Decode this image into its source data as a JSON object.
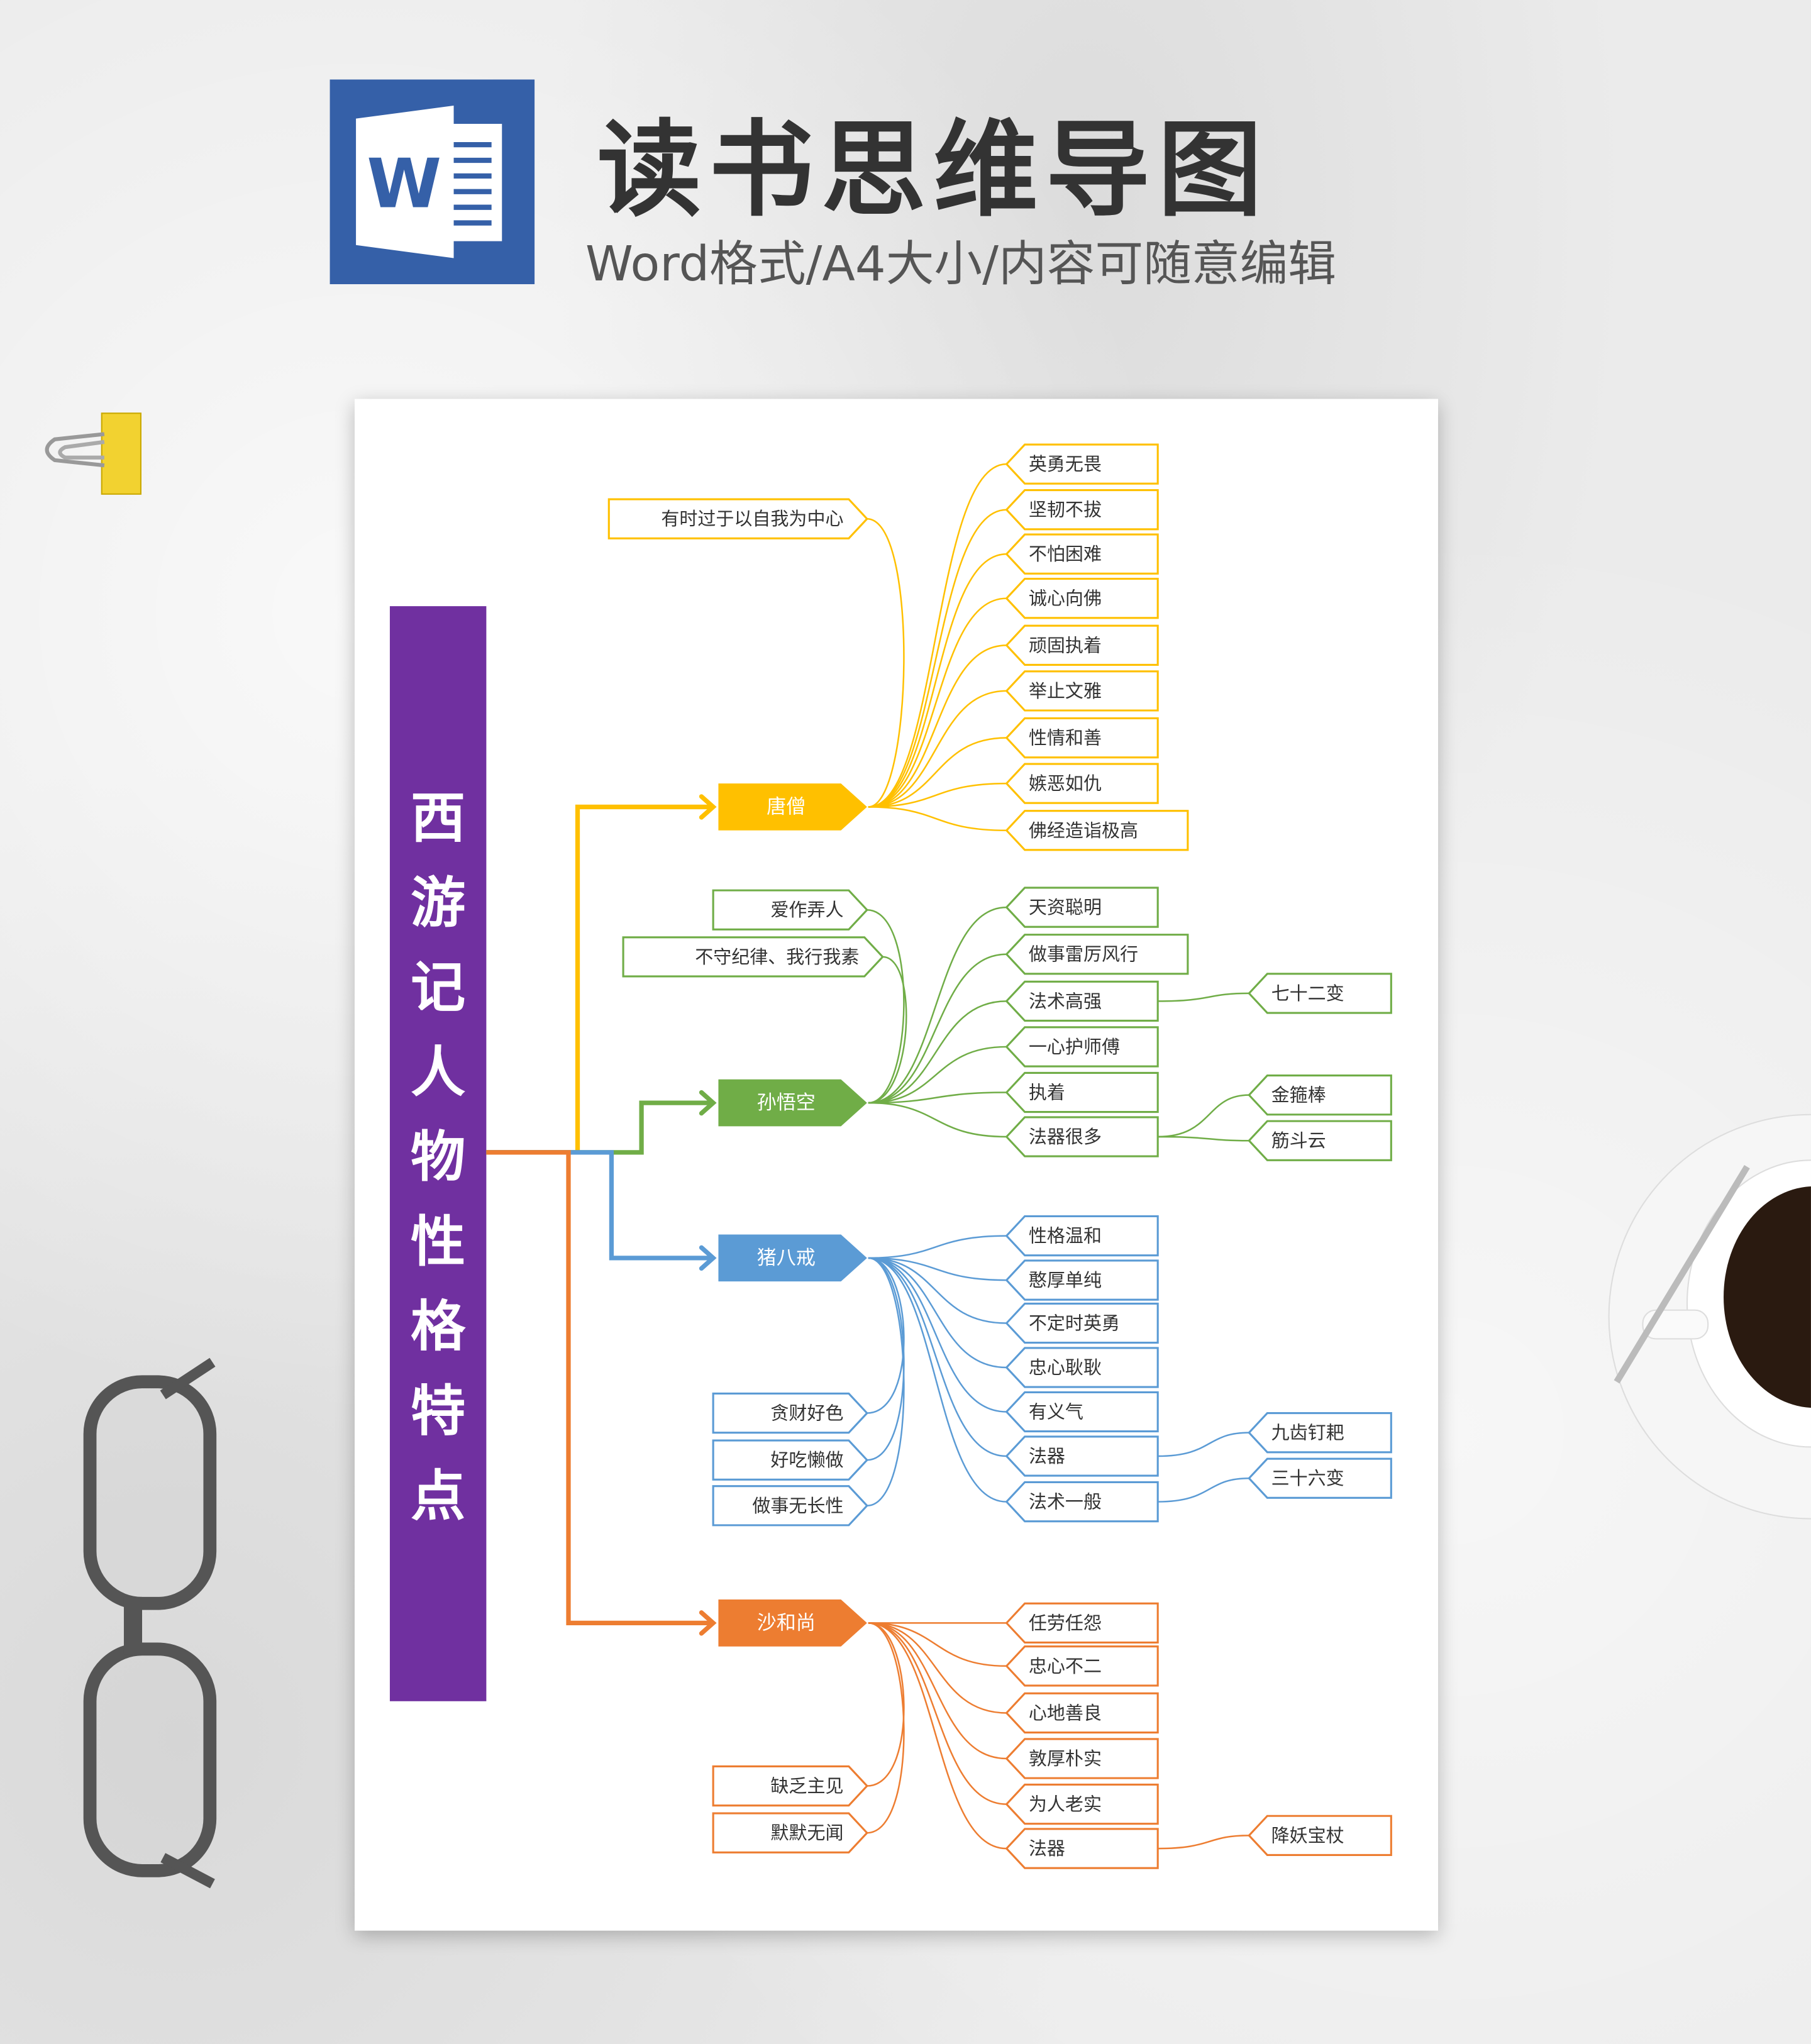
{
  "header": {
    "icon_letter": "W",
    "title": "读书思维导图",
    "subtitle": "Word格式/A4大小/内容可随意编辑"
  },
  "mindmap": {
    "root": "西游记人物性格特点",
    "branches": [
      {
        "name": "唐僧",
        "color": "#ffc000",
        "right": [
          {
            "label": "英勇无畏"
          },
          {
            "label": "坚韧不拔"
          },
          {
            "label": "不怕困难"
          },
          {
            "label": "诚心向佛"
          },
          {
            "label": "顽固执着"
          },
          {
            "label": "举止文雅"
          },
          {
            "label": "性情和善"
          },
          {
            "label": "嫉恶如仇"
          },
          {
            "label": "佛经造诣极高"
          }
        ],
        "left": [
          {
            "label": "有时过于以自我为中心"
          }
        ]
      },
      {
        "name": "孙悟空",
        "color": "#70ad47",
        "right": [
          {
            "label": "天资聪明"
          },
          {
            "label": "做事雷厉风行"
          },
          {
            "label": "法术高强",
            "sub": [
              "七十二变"
            ]
          },
          {
            "label": "一心护师傅"
          },
          {
            "label": "执着"
          },
          {
            "label": "法器很多",
            "sub": [
              "金箍棒",
              "筋斗云"
            ]
          }
        ],
        "left": [
          {
            "label": "爱作弄人"
          },
          {
            "label": "不守纪律、我行我素"
          }
        ]
      },
      {
        "name": "猪八戒",
        "color": "#5b9bd5",
        "right": [
          {
            "label": "性格温和"
          },
          {
            "label": "憨厚单纯"
          },
          {
            "label": "不定时英勇"
          },
          {
            "label": "忠心耿耿"
          },
          {
            "label": "有义气"
          },
          {
            "label": "法器",
            "sub": [
              "九齿钉耙"
            ]
          },
          {
            "label": "法术一般",
            "sub": [
              "三十六变"
            ]
          }
        ],
        "left": [
          {
            "label": "贪财好色"
          },
          {
            "label": "好吃懒做"
          },
          {
            "label": "做事无长性"
          }
        ]
      },
      {
        "name": "沙和尚",
        "color": "#ed7d31",
        "right": [
          {
            "label": "任劳任怨"
          },
          {
            "label": "忠心不二"
          },
          {
            "label": "心地善良"
          },
          {
            "label": "敦厚朴实"
          },
          {
            "label": "为人老实"
          },
          {
            "label": "法器",
            "sub": [
              "降妖宝杖"
            ]
          }
        ],
        "left": [
          {
            "label": "缺乏主见"
          },
          {
            "label": "默默无闻"
          }
        ]
      }
    ]
  },
  "colors": {
    "root": "#7030a0",
    "word_blue": "#3560a8"
  }
}
